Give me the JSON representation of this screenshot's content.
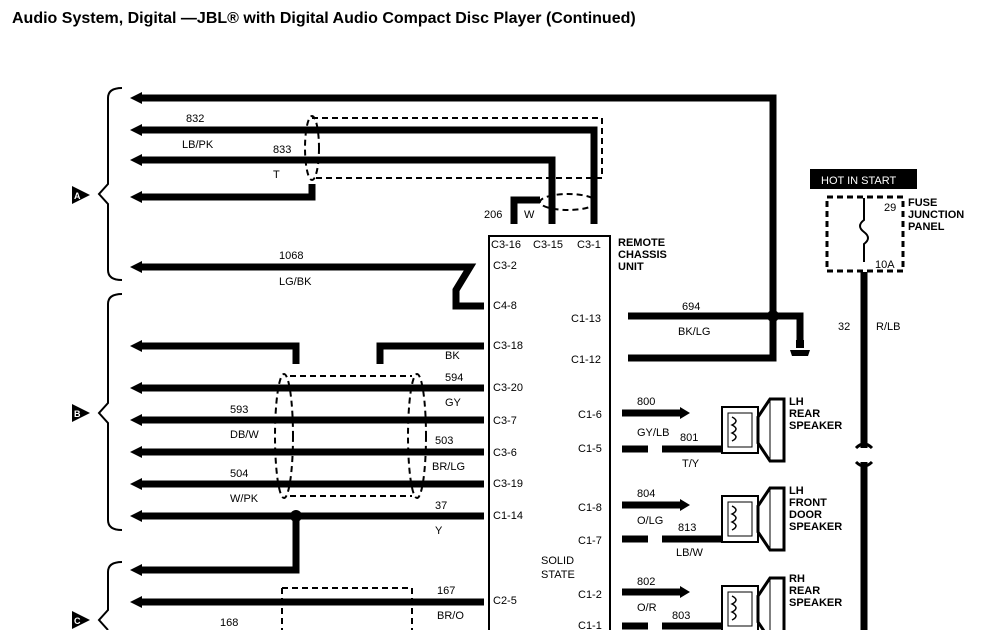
{
  "title": "Audio System, Digital —JBL® with Digital Audio Compact Disc Player (Continued)",
  "groups": {
    "a": "A",
    "b": "B",
    "c": "C"
  },
  "wires": {
    "w832": {
      "num": "832",
      "color": "LB/PK"
    },
    "w833": {
      "num": "833",
      "color": "T"
    },
    "w206": {
      "num": "206",
      "color": "W"
    },
    "w1068": {
      "num": "1068",
      "color": "LG/BK"
    },
    "bk": {
      "color": "BK"
    },
    "w594": {
      "num": "594",
      "color": "GY"
    },
    "w593": {
      "num": "593",
      "color": "DB/W"
    },
    "w503": {
      "num": "503",
      "color": "BR/LG"
    },
    "w504": {
      "num": "504",
      "color": "W/PK"
    },
    "w37": {
      "num": "37",
      "color": "Y"
    },
    "w694": {
      "num": "694",
      "color": "BK/LG"
    },
    "w32": {
      "num": "32",
      "color": "R/LB"
    },
    "w800": {
      "num": "800",
      "color": "GY/LB"
    },
    "w801": {
      "num": "801",
      "color": "T/Y"
    },
    "w804": {
      "num": "804",
      "color": "O/LG"
    },
    "w813": {
      "num": "813",
      "color": "LB/W"
    },
    "w802": {
      "num": "802",
      "color": "O/R"
    },
    "w803": {
      "num": "803"
    },
    "w167": {
      "num": "167",
      "color": "BR/O"
    },
    "w168": {
      "num": "168"
    }
  },
  "pins": {
    "c3_16": "C3-16",
    "c3_15": "C3-15",
    "c3_1": "C3-1",
    "c3_2": "C3-2",
    "c4_8": "C4-8",
    "c3_18": "C3-18",
    "c3_20": "C3-20",
    "c3_7": "C3-7",
    "c3_6": "C3-6",
    "c3_19": "C3-19",
    "c1_14": "C1-14",
    "c2_5": "C2-5",
    "c1_13": "C1-13",
    "c1_12": "C1-12",
    "c1_6": "C1-6",
    "c1_5": "C1-5",
    "c1_8": "C1-8",
    "c1_7": "C1-7",
    "c1_2": "C1-2",
    "c1_1": "C1-1"
  },
  "unit": {
    "line1": "REMOTE",
    "line2": "CHASSIS",
    "line3": "UNIT"
  },
  "solid_state": {
    "line1": "SOLID",
    "line2": "STATE"
  },
  "hot_in_start": "HOT IN START",
  "fuse": {
    "line1": "FUSE",
    "line2": "JUNCTION",
    "line3": "PANEL",
    "number": "29",
    "rating": "10A"
  },
  "speakers": {
    "lh_rear": {
      "line1": "LH",
      "line2": "REAR",
      "line3": "SPEAKER"
    },
    "lh_front": {
      "line1": "LH",
      "line2": "FRONT",
      "line3": "DOOR",
      "line4": "SPEAKER"
    },
    "rh_rear": {
      "line1": "RH",
      "line2": "REAR",
      "line3": "SPEAKER"
    }
  }
}
